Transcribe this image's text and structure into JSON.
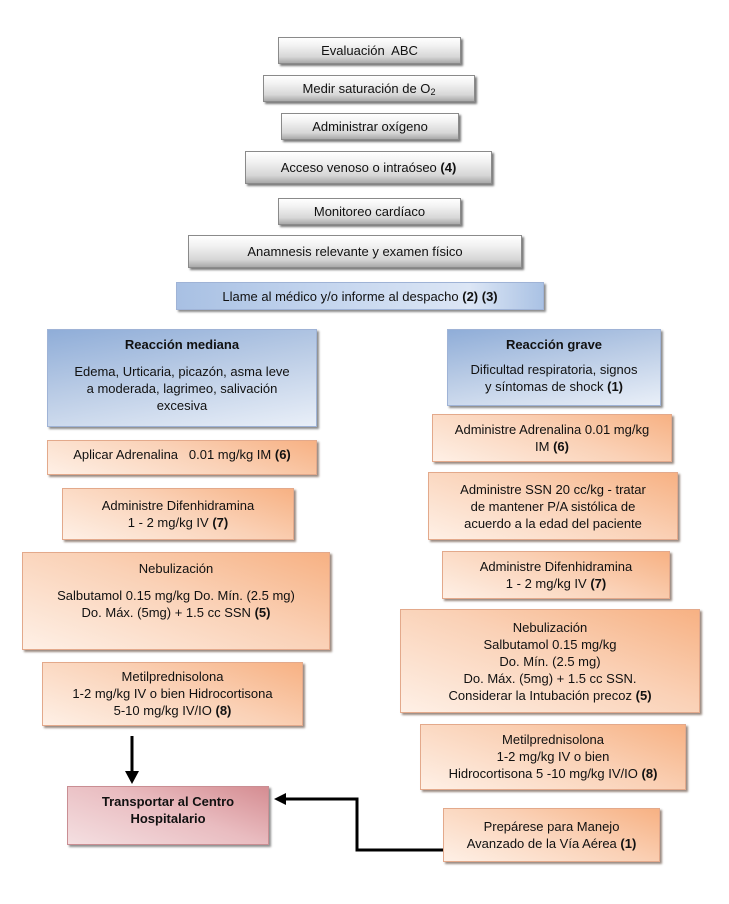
{
  "flow_steps": [
    {
      "text": "Evaluación  ABC"
    },
    {
      "text_prefix": "Medir saturación de O",
      "subscript": "2"
    },
    {
      "text": "Administrar oxígeno"
    },
    {
      "text": "Acceso venoso o intraóseo ",
      "ref": "(4)"
    },
    {
      "text": "Monitoreo cardíaco"
    },
    {
      "text": "Anamnesis relevante y examen físico"
    }
  ],
  "call_step": {
    "text": "Llame al médico y/o informe al despacho ",
    "ref": "(2) (3)"
  },
  "left_branch": {
    "header": {
      "title": "Reacción mediana",
      "lines": [
        "Edema, Urticaria, picazón, asma leve",
        "a moderada, lagrimeo, salivación",
        "excesiva"
      ]
    },
    "steps": [
      {
        "lines": [
          {
            "text": "Aplicar Adrenalina   0.01 mg/kg IM ",
            "ref": "(6)"
          }
        ]
      },
      {
        "lines": [
          {
            "text": "Administre Difenhidramina"
          },
          {
            "text": "1 - 2 mg/kg IV ",
            "ref": "(7)"
          }
        ]
      },
      {
        "title": "Nebulización",
        "lines": [
          {
            "text": "Salbutamol 0.15 mg/kg Do. Mín. (2.5 mg)"
          },
          {
            "text": "Do. Máx. (5mg) + 1.5 cc SSN ",
            "ref": "(5)"
          }
        ]
      },
      {
        "lines": [
          {
            "text": "Metilprednisolona"
          },
          {
            "text": "1-2 mg/kg IV o bien Hidrocortisona"
          },
          {
            "text": "5-10 mg/kg IV/IO ",
            "ref": "(8)"
          }
        ]
      }
    ]
  },
  "right_branch": {
    "header": {
      "title": "Reacción grave",
      "lines": [
        {
          "text": "Dificultad respiratoria, signos"
        },
        {
          "text": "y síntomas de shock ",
          "ref": "(1)"
        }
      ]
    },
    "steps": [
      {
        "lines": [
          {
            "text": "Administre Adrenalina 0.01 mg/kg"
          },
          {
            "text": "IM ",
            "ref": "(6)"
          }
        ]
      },
      {
        "lines": [
          {
            "text": "Administre SSN 20 cc/kg - tratar"
          },
          {
            "text": "de mantener P/A sistólica de"
          },
          {
            "text": "acuerdo a la edad del paciente"
          }
        ]
      },
      {
        "lines": [
          {
            "text": "Administre Difenhidramina"
          },
          {
            "text": "1 - 2 mg/kg IV ",
            "ref": "(7)"
          }
        ]
      },
      {
        "lines": [
          {
            "text": "Nebulización"
          },
          {
            "text": "Salbutamol 0.15 mg/kg"
          },
          {
            "text": "Do. Mín. (2.5 mg)"
          },
          {
            "text": "Do. Máx. (5mg) + 1.5 cc SSN."
          },
          {
            "text": "Considerar la Intubación precoz ",
            "ref": "(5)"
          }
        ]
      },
      {
        "lines": [
          {
            "text": "Metilprednisolona"
          },
          {
            "text": "1-2 mg/kg IV o bien"
          },
          {
            "text": "Hidrocortisona 5 -10 mg/kg IV/IO ",
            "ref": "(8)"
          }
        ]
      },
      {
        "lines": [
          {
            "text": "Prepárese para Manejo"
          },
          {
            "text": "Avanzado de la Vía Aérea ",
            "ref": "(1)"
          }
        ]
      }
    ]
  },
  "terminal": {
    "lines": [
      "Transportar al Centro",
      "Hospitalario"
    ]
  },
  "colors": {
    "gray_box": "#d7d7d7",
    "blue_box": "#b9cbe5",
    "orange_box": "#fad1b6",
    "pink_box": "#e9bcc0",
    "arrow": "#000000"
  }
}
